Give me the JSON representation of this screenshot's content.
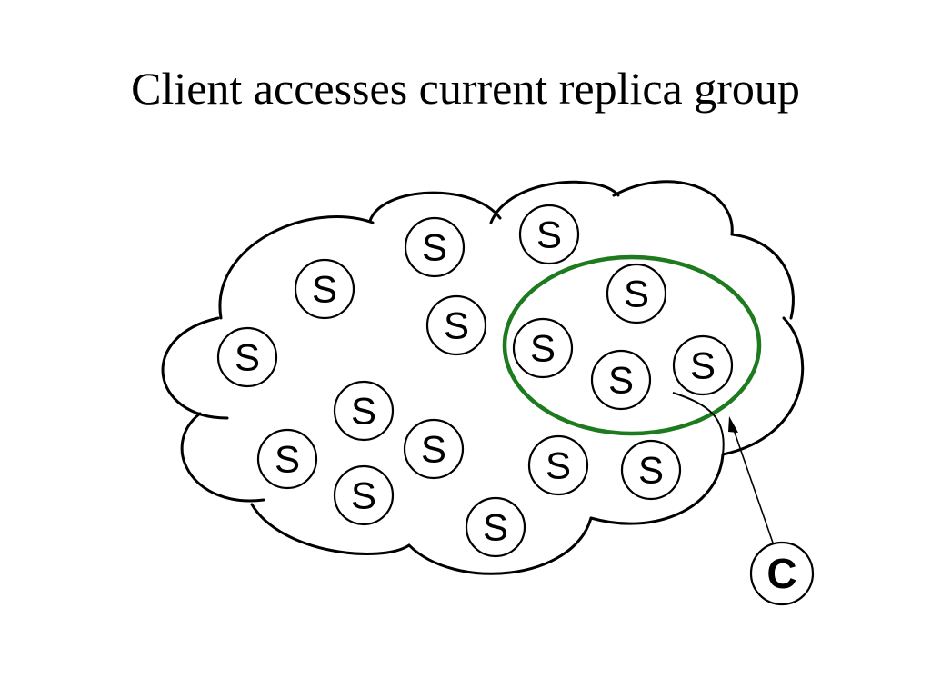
{
  "title": "Client accesses current replica group",
  "server_label": "S",
  "client_label": "C",
  "colors": {
    "group_outline": "#1e7a1e",
    "stroke": "#000000",
    "background": "#ffffff"
  },
  "nodes": [
    {
      "id": "s1",
      "label": "S",
      "in_group": false
    },
    {
      "id": "s2",
      "label": "S",
      "in_group": false
    },
    {
      "id": "s3",
      "label": "S",
      "in_group": false
    },
    {
      "id": "s4",
      "label": "S",
      "in_group": false
    },
    {
      "id": "s5",
      "label": "S",
      "in_group": false
    },
    {
      "id": "s6",
      "label": "S",
      "in_group": true
    },
    {
      "id": "s7",
      "label": "S",
      "in_group": true
    },
    {
      "id": "s8",
      "label": "S",
      "in_group": true
    },
    {
      "id": "s9",
      "label": "S",
      "in_group": true
    },
    {
      "id": "s10",
      "label": "S",
      "in_group": false
    },
    {
      "id": "s11",
      "label": "S",
      "in_group": false
    },
    {
      "id": "s12",
      "label": "S",
      "in_group": false
    },
    {
      "id": "s13",
      "label": "S",
      "in_group": false
    },
    {
      "id": "s14",
      "label": "S",
      "in_group": false
    },
    {
      "id": "s15",
      "label": "S",
      "in_group": false
    },
    {
      "id": "s16",
      "label": "S",
      "in_group": false
    }
  ]
}
